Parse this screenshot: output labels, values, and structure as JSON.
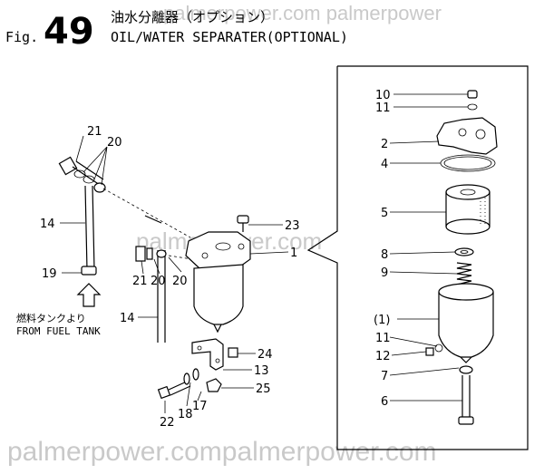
{
  "header": {
    "fig_prefix": "Fig.",
    "fig_number": "49",
    "title_jp": "油水分離器（オプション）",
    "title_en": "OIL/WATER SEPARATER(OPTIONAL)"
  },
  "watermark": {
    "top": "palmerpower.com palmerpower",
    "middle": "palmerpower.com",
    "bottom": "palmerpower.compalmerpower.com"
  },
  "note": {
    "jp": "燃料タンクより",
    "en": "FROM FUEL TANK"
  },
  "callouts": {
    "c21a": "21",
    "c20a": "20",
    "c14a": "14",
    "c19": "19",
    "c21b": "21",
    "c20b": "20",
    "c20c": "20",
    "c14b": "14",
    "c23": "23",
    "c1": "1",
    "c24": "24",
    "c13": "13",
    "c25": "25",
    "c17": "17",
    "c18": "18",
    "c22": "22",
    "d10": "10",
    "d11a": "11",
    "d2": "2",
    "d4": "4",
    "d5": "5",
    "d8": "8",
    "d9": "9",
    "d1p": "(1)",
    "d11b": "11",
    "d12": "12",
    "d7": "7",
    "d6": "6"
  }
}
